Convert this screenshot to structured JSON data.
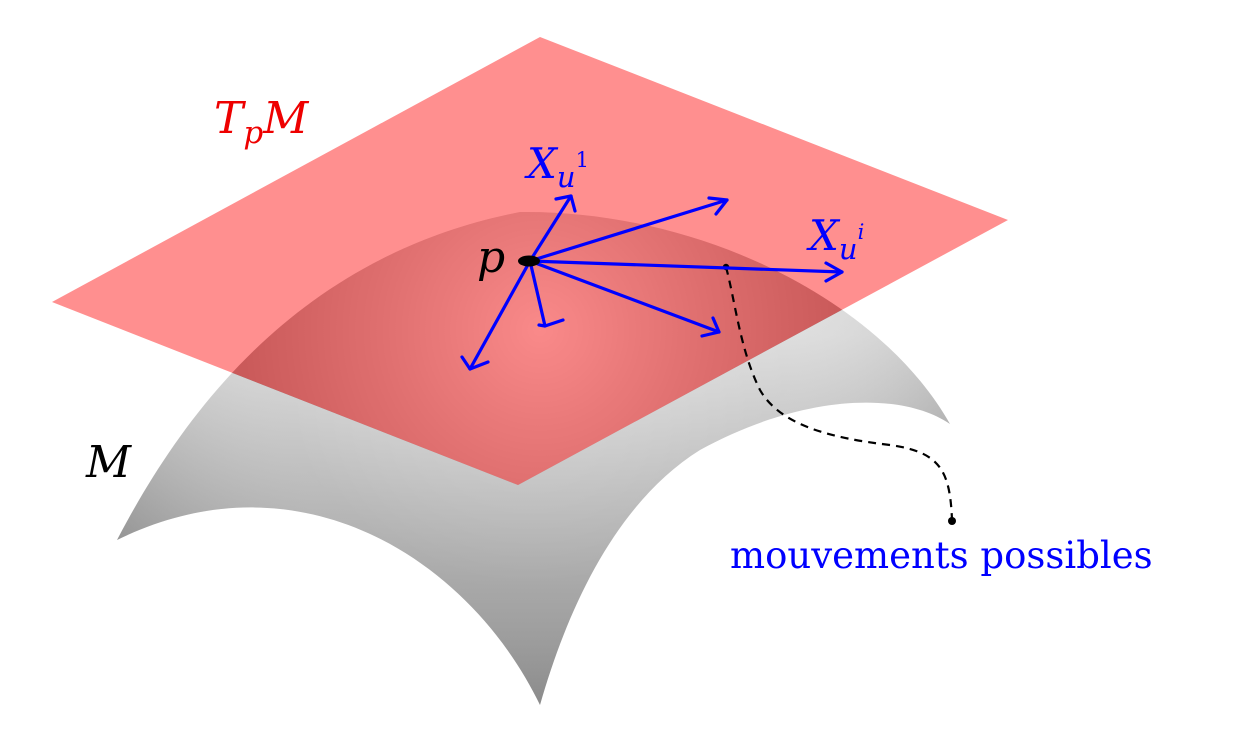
{
  "labels": {
    "tangent_plane": {
      "main": "T",
      "sub": "p",
      "tail": "M"
    },
    "manifold": "M",
    "point": "p",
    "vector_first": {
      "main": "X",
      "sub": "u",
      "sup": "1"
    },
    "vector_i": {
      "main": "X",
      "sub": "u",
      "sup": "i"
    },
    "annotation": "mouvements possibles"
  },
  "colors": {
    "tangent_plane": "#ff6b6b",
    "vectors": "#0000ff",
    "tangent_label": "#ee0000",
    "manifold_light": "#dcdcdc",
    "manifold_dark": "#8f8f8f",
    "text": "#000000"
  }
}
